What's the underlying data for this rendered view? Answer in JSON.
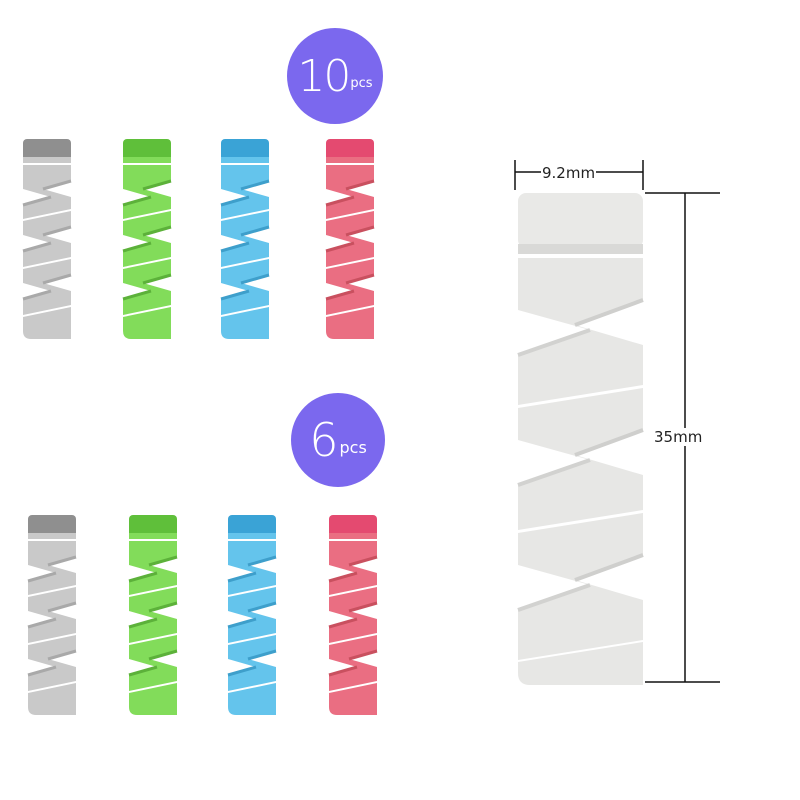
{
  "badges": {
    "ten": {
      "number": "10",
      "unit": "pcs"
    },
    "six": {
      "number": "6",
      "unit": "pcs"
    }
  },
  "dimensions": {
    "width": "9.2mm",
    "height": "35mm"
  },
  "colors": {
    "badge": "#7b68ee",
    "clip_gray": "#c8c8c8",
    "clip_green": "#7ed957",
    "clip_blue": "#5cc0ea",
    "clip_pink": "#e86a80",
    "large_clip": "#e6e6e4"
  }
}
